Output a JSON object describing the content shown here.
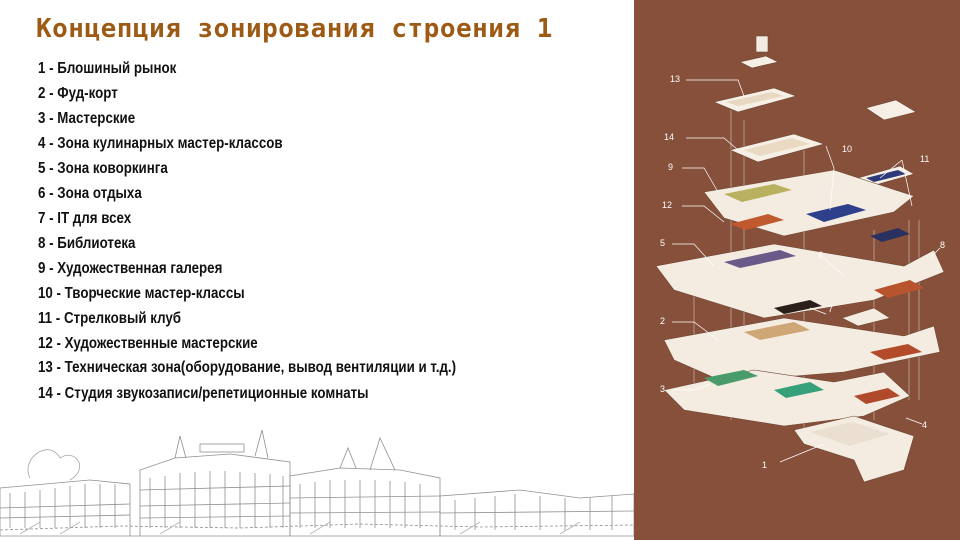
{
  "slide": {
    "title": "Концепция зонирования строения 1",
    "zones": [
      "1 - Блошиный рынок",
      "2 - Фуд-корт",
      "3 - Мастерские",
      "4 - Зона кулинарных мастер-классов",
      "5 - Зона коворкинга",
      "6 - Зона отдыха",
      "7 - IT для всех",
      "8 - Библиотека",
      "9 - Художественная галерея",
      "10 - Творческие мастер-классы",
      "11 - Стрелковый клуб",
      "12 - Художественные мастерские",
      "13 - Техническая зона(оборудование, вывод вентиляции и т.д.)",
      "14 - Студия звукозаписи/репетиционные комнаты"
    ]
  },
  "diagram": {
    "background": "#86503b",
    "labels": {
      "n1": "1",
      "n2": "2",
      "n3": "3",
      "n4": "4",
      "n5": "5",
      "n6": "6",
      "n7": "7",
      "n8": "8",
      "n9": "9",
      "n10": "10",
      "n11": "11",
      "n12": "12",
      "n13": "13",
      "n14": "14"
    }
  }
}
